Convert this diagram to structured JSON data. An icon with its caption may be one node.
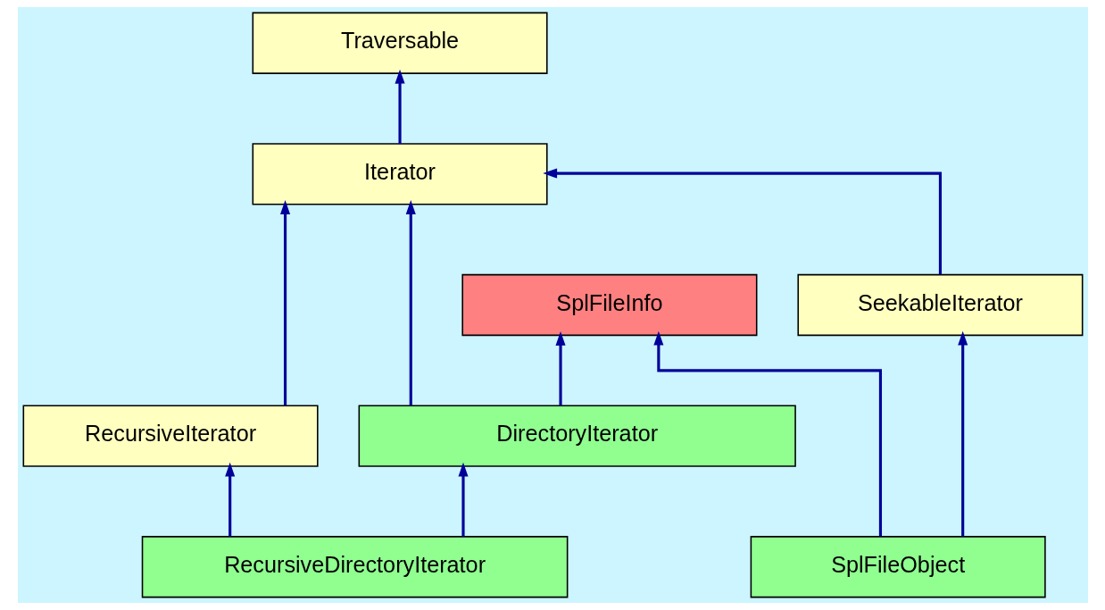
{
  "diagram": {
    "nodes": [
      {
        "text": [
          "Traversable"
        ]
      },
      {
        "text": [
          "Iterator"
        ]
      },
      {
        "text": [
          "SplFileInfo"
        ]
      },
      {
        "text": [
          "SeekableIterator"
        ]
      },
      {
        "text": [
          "RecursiveIterator"
        ]
      },
      {
        "text": [
          "DirectoryIterator"
        ]
      },
      {
        "text": [
          "RecursiveDirectoryIterator"
        ]
      },
      {
        "text": [
          "SplFileObject"
        ]
      }
    ],
    "edges": [
      {
        "from": 1,
        "to": 0,
        "arrow": "to"
      },
      {
        "from": 4,
        "to": 1,
        "arrow": "to"
      },
      {
        "from": 5,
        "to": 1,
        "arrow": "to"
      },
      {
        "from": 3,
        "to": 1,
        "arrow": "to"
      },
      {
        "from": 5,
        "to": 2,
        "arrow": "to"
      },
      {
        "from": 7,
        "to": 2,
        "arrow": "to"
      },
      {
        "from": 7,
        "to": 3,
        "arrow": "to"
      },
      {
        "from": 6,
        "to": 4,
        "arrow": "to"
      },
      {
        "from": 6,
        "to": 5,
        "arrow": "to"
      }
    ]
  }
}
